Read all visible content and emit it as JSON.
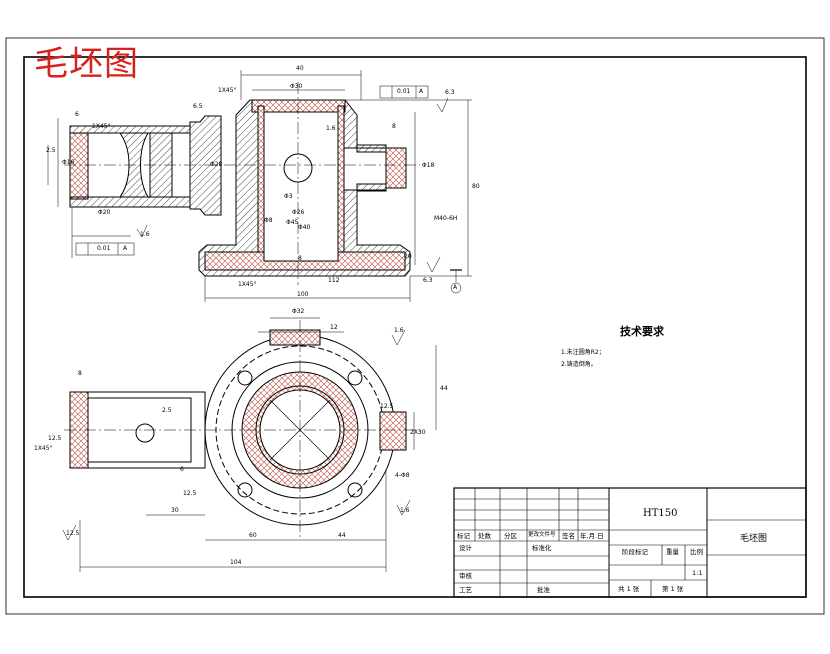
{
  "stamp": "毛坯图",
  "technical_requirements": {
    "title": "技术要求",
    "items": [
      "1.未注圆角R2；",
      "2.铸造倒角。"
    ]
  },
  "dimensions": {
    "top_view": [
      "40",
      "1X45°",
      "Φ30",
      "6.5",
      "0.01",
      "A",
      "6.3",
      "8",
      "2.5",
      "1X45°",
      "6",
      "Φ16",
      "Φ28",
      "Φ20",
      "Φ18",
      "1.6",
      "Φ26",
      "8",
      "Φ3",
      "Φ8",
      "1.6",
      "Φ45",
      "Φ40",
      "80",
      "M40-6H",
      "20",
      "6.3",
      "1X45°",
      "112",
      "100",
      "0.01",
      "A",
      "A"
    ],
    "bottom_view": [
      "Φ32",
      "12",
      "1.6",
      "8",
      "44",
      "2.5",
      "12.5",
      "1X45°",
      "6",
      "12.5",
      "30",
      "1.6",
      "12.5",
      "60",
      "44",
      "4-Φ8",
      "2X30",
      "12.5",
      "104"
    ]
  },
  "title_block": {
    "material": "HT150",
    "drawing_name": "毛坯图",
    "headers": [
      "标记",
      "处数",
      "分区",
      "更改文件号",
      "签名",
      "年.月.日"
    ],
    "rows": [
      "设计",
      "标准化",
      "审核",
      "工艺",
      "批准"
    ],
    "stage_labels": [
      "阶段标记",
      "重量",
      "比例"
    ],
    "scale": "1:1",
    "sheets": "共 1 张",
    "sheet_no": "第 1 张"
  }
}
